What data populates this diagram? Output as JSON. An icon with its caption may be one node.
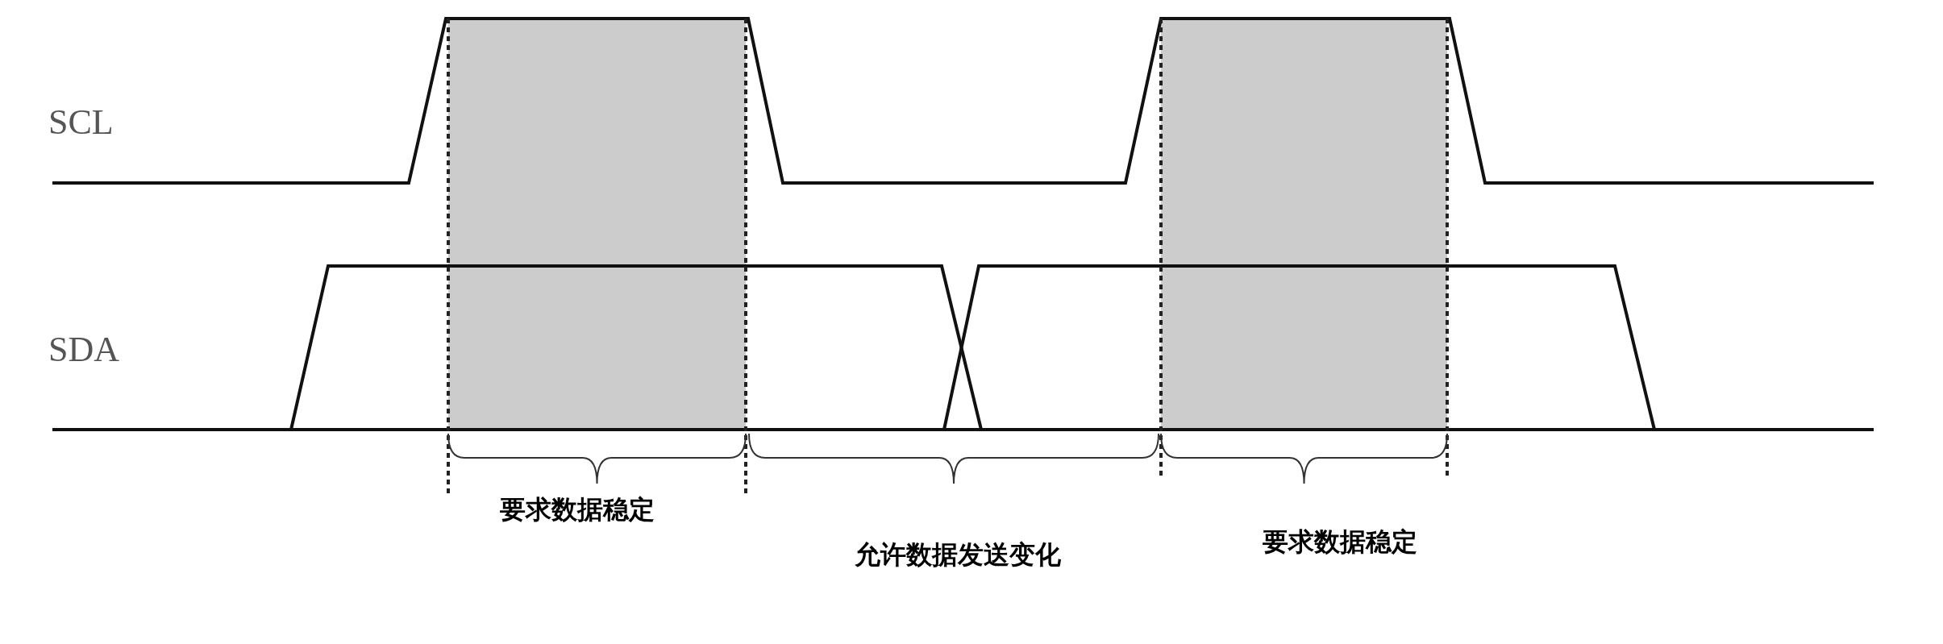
{
  "diagram": {
    "labels": [
      "SCL",
      "SDA",
      "要求数据稳定",
      "允许数据发送变化",
      "要求数据稳定"
    ]
  }
}
